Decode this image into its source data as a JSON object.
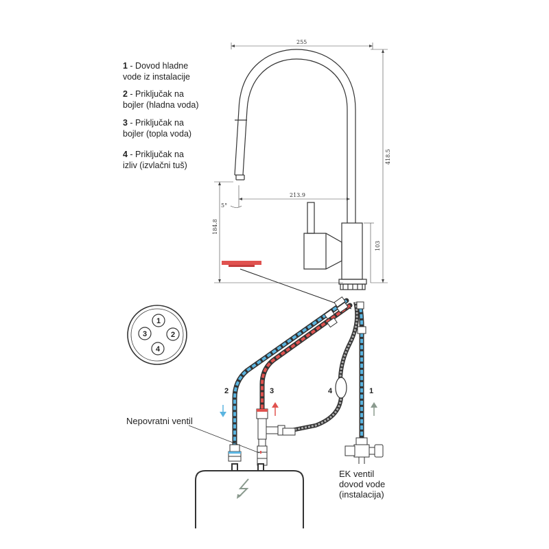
{
  "legend": [
    {
      "num": "1",
      "text_line1": " - Dovod hladne",
      "text_line2": "vode iz instalacije"
    },
    {
      "num": "2",
      "text_line1": " - Priključak na",
      "text_line2": "bojler (hladna voda)"
    },
    {
      "num": "3",
      "text_line1": " - Priključak na",
      "text_line2": "bojler (topla voda)"
    },
    {
      "num": "4",
      "text_line1": " - Priključak na",
      "text_line2": "izliv (izvlačni tuš)"
    }
  ],
  "dimensions": {
    "width_top": "255",
    "height_total": "418.5",
    "spout_reach": "213.9",
    "spout_height": "184.8",
    "base_height": "103",
    "angle": "5°"
  },
  "connector_numbers": [
    "1",
    "2",
    "3",
    "4"
  ],
  "hose_labels": {
    "h2": "2",
    "h3": "3",
    "h4": "4",
    "h1": "1"
  },
  "labels": {
    "check_valve": "Nepovratni ventil",
    "ek_valve_line1": "EK ventil",
    "ek_valve_line2": "dovod vode",
    "ek_valve_line3": "(instalacija)"
  },
  "colors": {
    "cold": "#5ab4e0",
    "hot": "#e0524f",
    "outline": "#333333",
    "gray_arrow": "#8a9a8e"
  }
}
